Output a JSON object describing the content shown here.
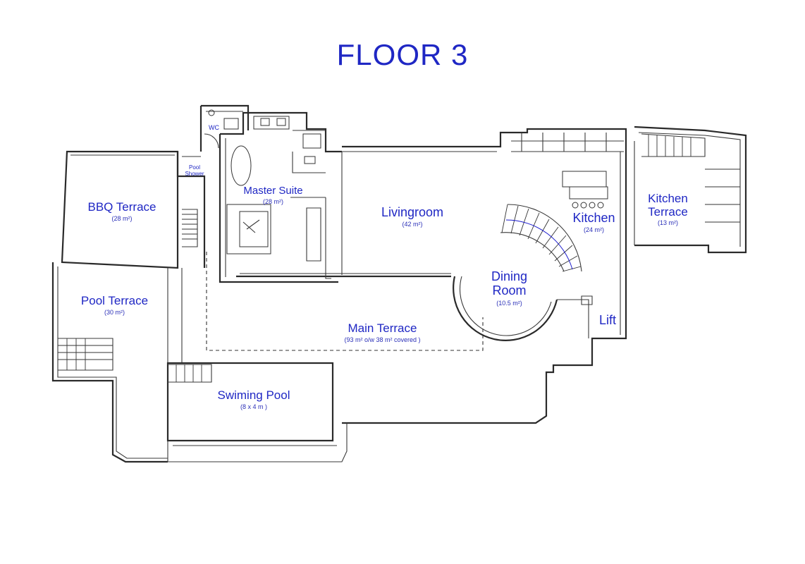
{
  "title": "FLOOR 3",
  "rooms": {
    "wc": {
      "name": "WC"
    },
    "pool_shower": {
      "name": "Pool\nShower"
    },
    "master_suite": {
      "name": "Master Suite",
      "area": "(28 m²)"
    },
    "bbq_terrace": {
      "name": "BBQ Terrace",
      "area": "(28 m²)"
    },
    "livingroom": {
      "name": "Livingroom",
      "area": "(42 m²)"
    },
    "kitchen": {
      "name": "Kitchen",
      "area": "(24 m²)"
    },
    "kitchen_terrace": {
      "name": "Kitchen\nTerrace",
      "area": "(13 m²)"
    },
    "dining_room": {
      "name": "Dining\nRoom",
      "area": "(10.5 m²)"
    },
    "lift": {
      "name": "Lift"
    },
    "pool_terrace": {
      "name": "Pool Terrace",
      "area": "(30 m²)"
    },
    "main_terrace": {
      "name": "Main Terrace",
      "area": "(93 m²  o/w  38 m² covered )"
    },
    "swimming_pool": {
      "name": "Swiming Pool",
      "area": "(8 x 4 m )"
    }
  },
  "colors": {
    "label": "#1f27c4",
    "lines": "#2a2a2a"
  }
}
